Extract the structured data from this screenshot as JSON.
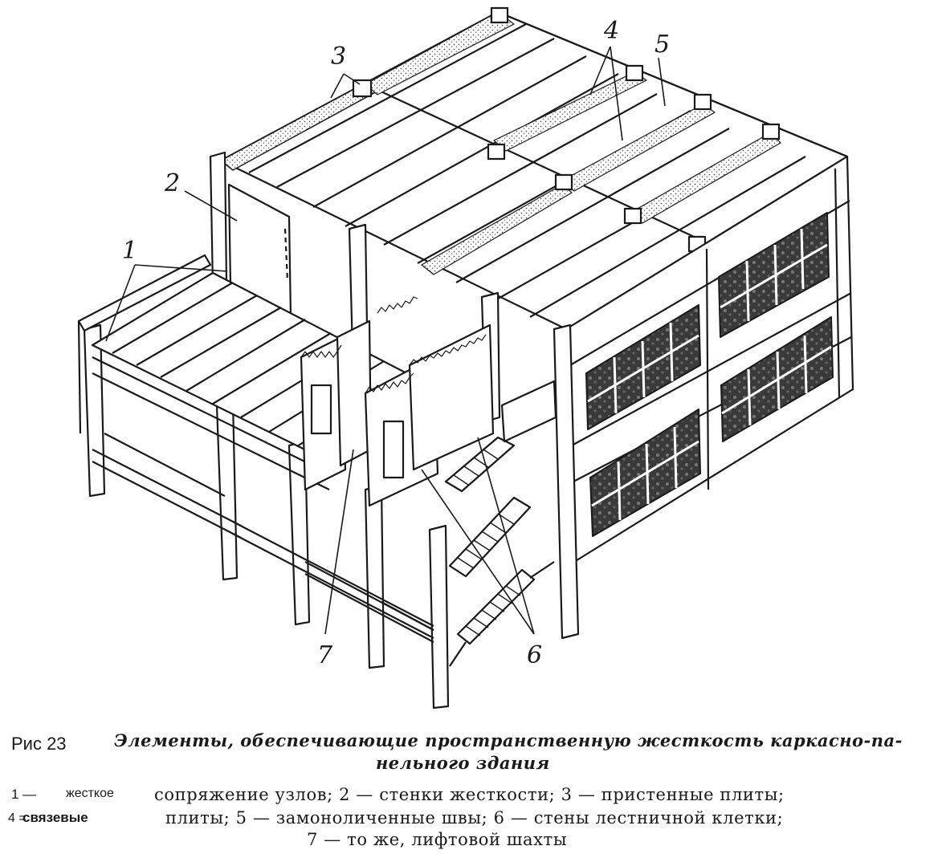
{
  "figure": {
    "callouts": [
      "1",
      "2",
      "3",
      "4",
      "5",
      "6",
      "7"
    ]
  },
  "caption": {
    "fig_label": "Рис 23",
    "title_line1": "Элементы, обеспечивающие пространственную жесткость каркасно-па-",
    "title_line2": "нельного здания",
    "legend_num1": "1 —",
    "legend_word1": "жесткое",
    "legend_line1": "сопряжение узлов; 2 — стенки жесткости; 3 — пристенные плиты;",
    "legend_num2": "4 =",
    "legend_word2": "связевые",
    "legend_line2": "плиты; 5 — замоноличенные швы; 6 — стены лестничной клетки;",
    "legend_line3": "7 — то же, лифтовой шахты"
  },
  "colors": {
    "ink": "#1a1a1a",
    "paper": "#ffffff",
    "stipple": "#8a8a8a",
    "glass": "#2b2b2b"
  }
}
